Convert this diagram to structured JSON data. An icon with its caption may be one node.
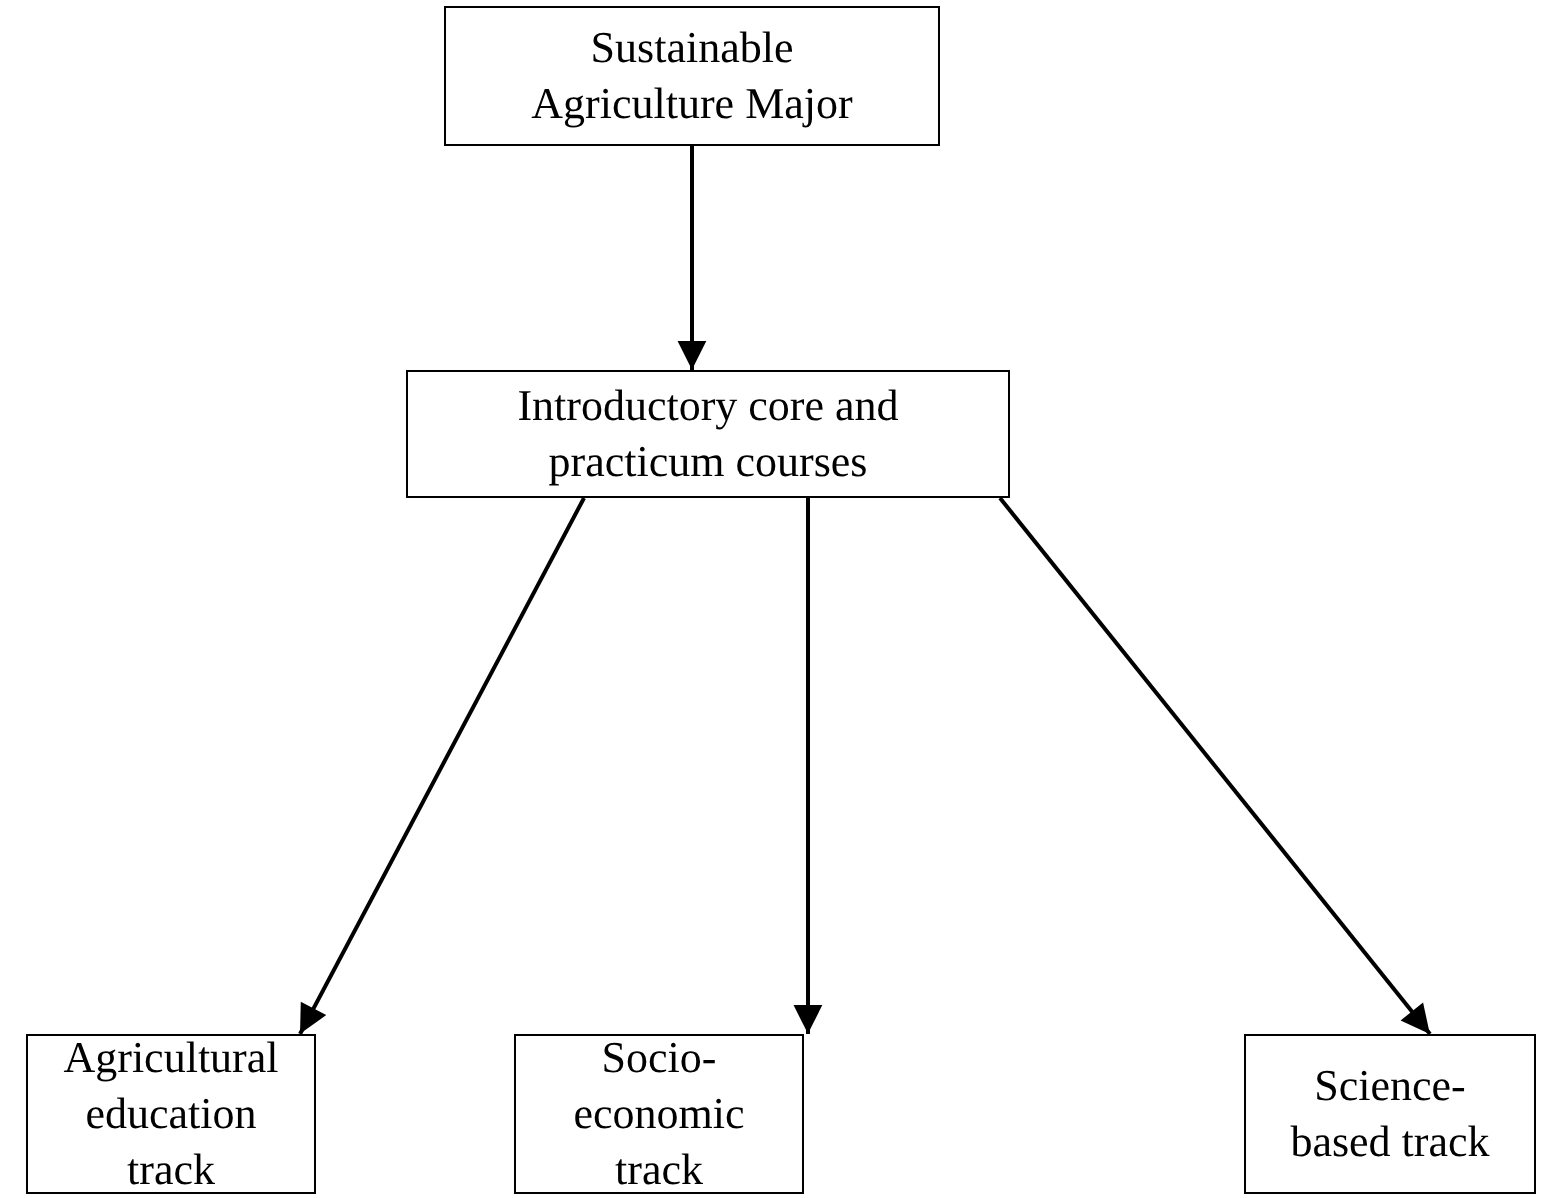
{
  "diagram": {
    "nodes": [
      {
        "text": [
          "Sustainable Agriculture Major"
        ]
      },
      {
        "text": [
          "Introductory core and practicum courses"
        ]
      },
      {
        "text": [
          "Agricultural education track"
        ]
      },
      {
        "text": [
          "Socio-economic track"
        ]
      },
      {
        "text": [
          "Science-based track"
        ]
      }
    ],
    "edges": [
      {
        "from": 0,
        "to": 1,
        "arrow": "to"
      },
      {
        "from": 1,
        "to": 2,
        "arrow": "to"
      },
      {
        "from": 1,
        "to": 3,
        "arrow": "to"
      },
      {
        "from": 1,
        "to": 4,
        "arrow": "to"
      }
    ]
  }
}
